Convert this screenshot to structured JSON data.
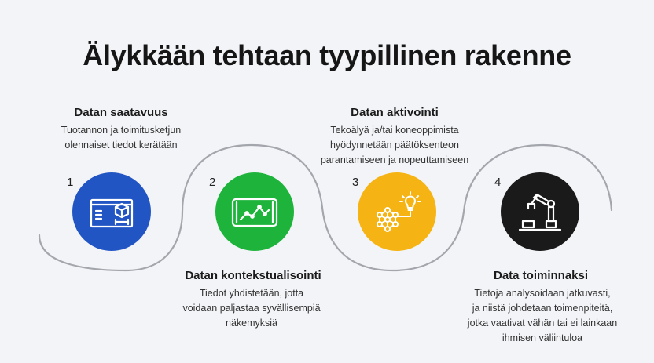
{
  "title": "Älykkään tehtaan tyypillinen rakenne",
  "colors": {
    "step1": "#2255c4",
    "step2": "#1eb43c",
    "step3": "#f6b414",
    "step4": "#1a1a1a",
    "wave": "#a4a6ad"
  },
  "steps": [
    {
      "number": "1",
      "heading": "Datan saatavuus",
      "description": "Tuotannon ja toimitusketjun\nolennaiset tiedot kerätään",
      "icon": "window-box-icon"
    },
    {
      "number": "2",
      "heading": "Datan kontekstualisointi",
      "description": "Tiedot yhdistetään, jotta\nvoidaan paljastaa syvällisempiä\nnäkemyksiä",
      "icon": "tablet-chart-icon"
    },
    {
      "number": "3",
      "heading": "Datan aktivointi",
      "description": "Tekoälyä ja/tai koneoppimista\nhyödynnetään päätöksenteon\nparantamiseen ja nopeuttamiseen",
      "icon": "network-lightbulb-icon"
    },
    {
      "number": "4",
      "heading": "Data toiminnaksi",
      "description": "Tietoja analysoidaan jatkuvasti,\nja niistä johdetaan toimenpiteitä,\njotka vaativat vähän tai ei lainkaan\nihmisen väliintuloa",
      "icon": "robot-arm-icon"
    }
  ]
}
